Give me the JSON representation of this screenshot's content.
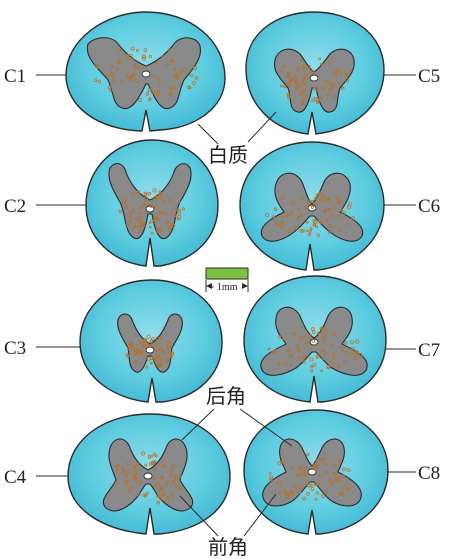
{
  "labels": {
    "white_matter": "白质",
    "posterior_horn": "后角",
    "anterior_horn": "前角",
    "scale": "~ 1mm"
  },
  "sections": [
    {
      "id": "C1",
      "label": "C1",
      "side": "left"
    },
    {
      "id": "C2",
      "label": "C2",
      "side": "left"
    },
    {
      "id": "C3",
      "label": "C3",
      "side": "left"
    },
    {
      "id": "C4",
      "label": "C4",
      "side": "left"
    },
    {
      "id": "C5",
      "label": "C5",
      "side": "right"
    },
    {
      "id": "C6",
      "label": "C6",
      "side": "right"
    },
    {
      "id": "C7",
      "label": "C7",
      "side": "right"
    },
    {
      "id": "C8",
      "label": "C8",
      "side": "right"
    }
  ],
  "colors": {
    "white_matter": "#5fcde0",
    "gray_matter": "#8a8a8a",
    "neuron_dots": "#b8722a",
    "outline": "#2a2a2a",
    "scale_bar": "#7cc242"
  }
}
